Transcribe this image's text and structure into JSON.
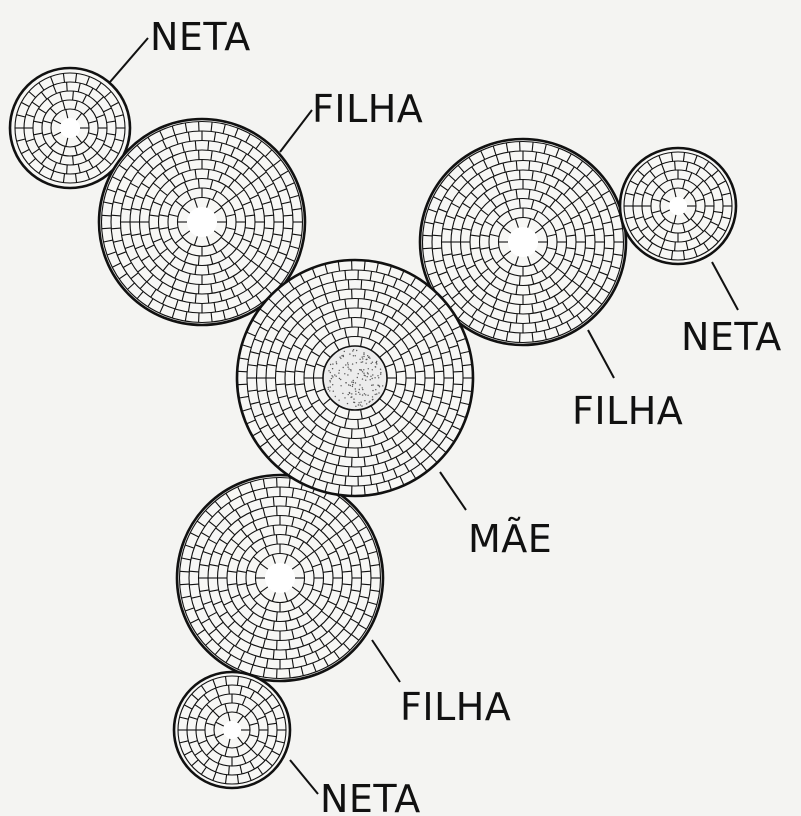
{
  "labels": {
    "mother": "MÃE",
    "daughter": "FILHA",
    "granddaughter": "NETA"
  },
  "colors": {
    "ink": "#111111",
    "background": "#f4f4f2",
    "nucleus": "#ececec"
  }
}
